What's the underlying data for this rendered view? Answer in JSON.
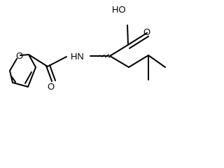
{
  "molecule": {
    "atoms": {
      "acid_oh": "HO",
      "acid_carbonyl_o": "O",
      "amide_nh": "HN",
      "furan_o": "O",
      "amide_carbonyl_o": "O"
    }
  }
}
